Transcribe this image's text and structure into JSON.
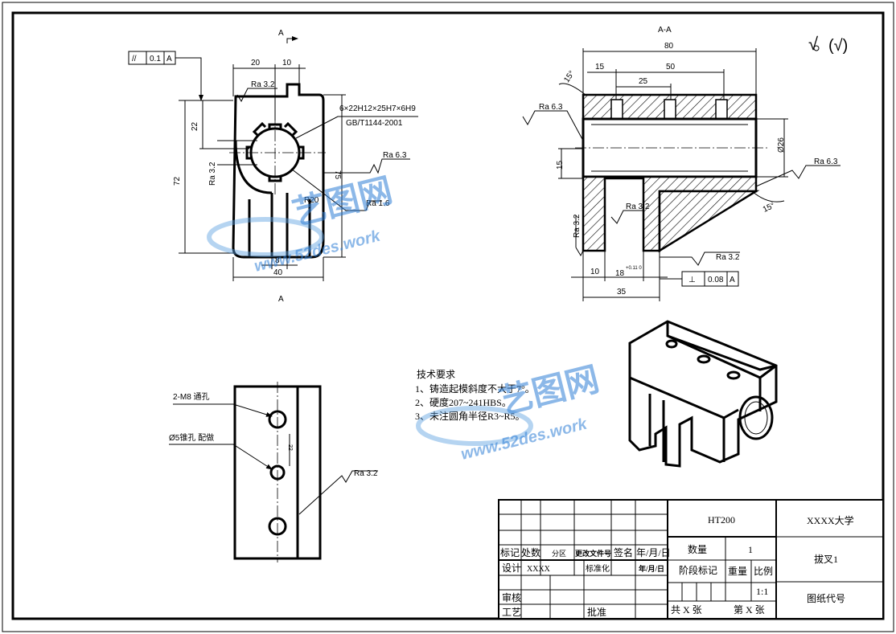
{
  "front_view": {
    "section_label_top": "A",
    "section_label_bottom": "A",
    "parallelism": {
      "symbol": "//",
      "value": "0.1",
      "datum": "A"
    },
    "dims": {
      "d20": "20",
      "d10": "10",
      "d22": "22",
      "d72": "72",
      "d75": "75",
      "d8": "8",
      "d40": "40",
      "r20": "R20",
      "ra32_side": "Ra 3.2"
    },
    "roughness": {
      "top": "Ra 3.2",
      "right": "Ra 6.3",
      "inner": "Ra 1.6"
    },
    "spline_spec": "6×22H12×25H7×6H9",
    "spline_std": "GB/T1144-2001"
  },
  "section_view": {
    "title": "A-A",
    "dims": {
      "d80": "80",
      "d15": "15",
      "d50": "50",
      "d25": "25",
      "dia26": "Ø26",
      "d15v": "15",
      "d10": "10",
      "d18": "18",
      "d18_tol": "+0.11 0",
      "d35": "35",
      "ang_top": "15°",
      "ang_bottom": "15°"
    },
    "roughness": {
      "left": "Ra 6.3",
      "right": "Ra 6.3",
      "slot": "Ra 3.2",
      "bottom_left": "Ra 3.2",
      "bottom_right": "Ra 3.2"
    },
    "perpendicularity": {
      "symbol": "⊥",
      "value": "0.08",
      "datum": "A"
    }
  },
  "surface_symbol": {
    "main": "√",
    "other": "(√)"
  },
  "top_view": {
    "hole_label": "2-M8 通孔",
    "pin_label": "Ø5锥孔 配做",
    "dim_label": "22",
    "roughness": "Ra 3.2"
  },
  "tech_req": {
    "title": "技术要求",
    "items": [
      "1、铸造起模斜度不大于7°。",
      "2、硬度207~241HBS。",
      "3、未注圆角半径R3~R5。"
    ]
  },
  "watermark": {
    "logo": "艺图网",
    "url": "www.52des.work"
  },
  "title_block": {
    "material": "HT200",
    "school": "XXXX大学",
    "part_name": "拔叉1",
    "drawing_no_label": "图纸代号",
    "qty_label": "数量",
    "qty_value": "1",
    "stage_label": "阶段标记",
    "weight_label": "重量",
    "scale_label": "比例",
    "scale_value": "1:1",
    "sheets_total": "共 X 张",
    "sheet_no": "第 X 张",
    "hdr": [
      "标记",
      "处数",
      "分区",
      "更改文件号",
      "签名",
      "年/月/日"
    ],
    "design_label": "设计",
    "design_value": "XXXX",
    "std_label": "标准化",
    "date_value": "年/月/日",
    "review_label": "审核",
    "process_label": "工艺",
    "approve_label": "批准"
  }
}
